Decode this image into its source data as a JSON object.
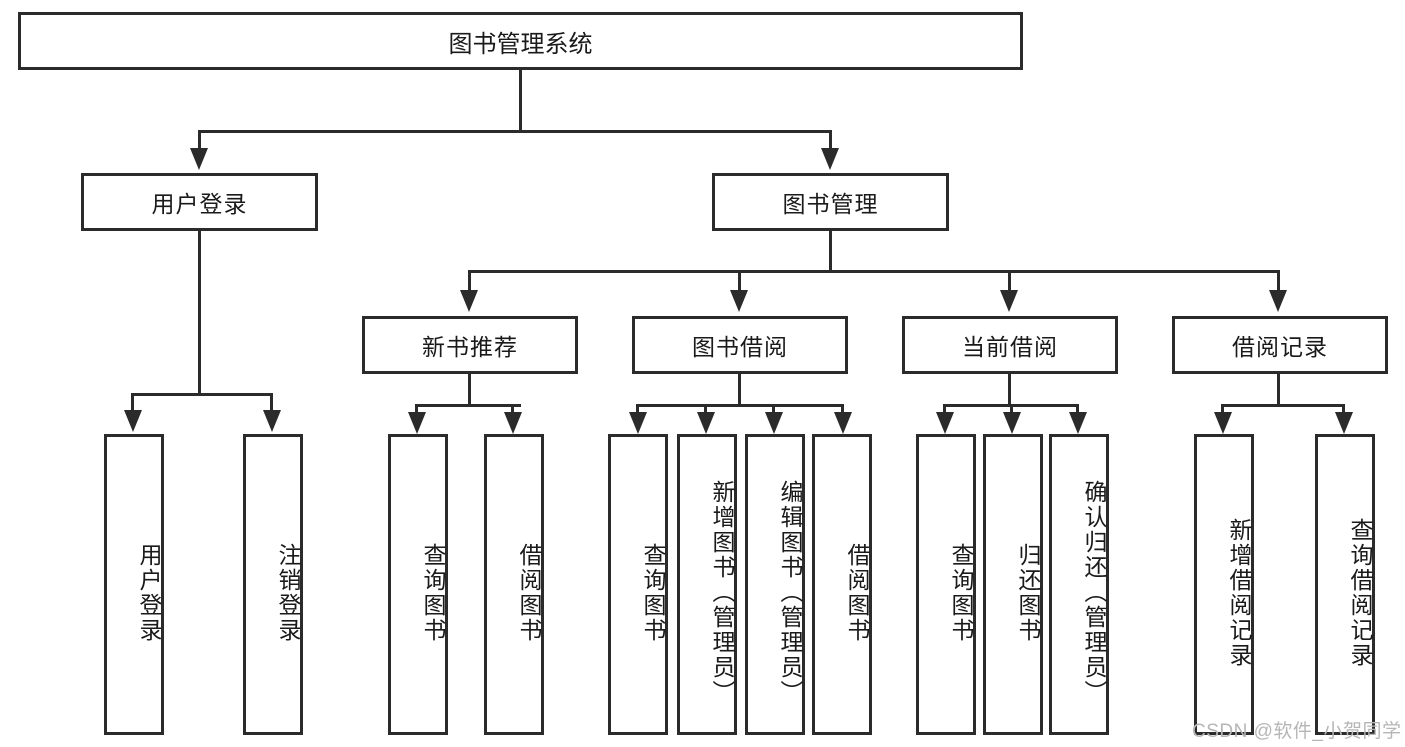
{
  "diagram": {
    "title": "图书管理系统",
    "type": "tree-hierarchy-diagram",
    "root": {
      "label": "图书管理系统"
    },
    "level2": [
      {
        "label": "用户登录"
      },
      {
        "label": "图书管理"
      }
    ],
    "level3": [
      {
        "label": "新书推荐"
      },
      {
        "label": "图书借阅"
      },
      {
        "label": "当前借阅"
      },
      {
        "label": "借阅记录"
      }
    ],
    "leaves_user_login": [
      {
        "label": "用户登录"
      },
      {
        "label": "注销登录"
      }
    ],
    "leaves_new_book": [
      {
        "label": "查询图书"
      },
      {
        "label": "借阅图书"
      }
    ],
    "leaves_borrow_book": [
      {
        "label": "查询图书"
      },
      {
        "label": "新增图书（管理员）"
      },
      {
        "label": "编辑图书（管理员）"
      },
      {
        "label": "借阅图书"
      }
    ],
    "leaves_current_borrow": [
      {
        "label": "查询图书"
      },
      {
        "label": "归还图书"
      },
      {
        "label": "确认归还（管理员）"
      }
    ],
    "leaves_borrow_record": [
      {
        "label": "新增借阅记录"
      },
      {
        "label": "查询借阅记录"
      }
    ]
  },
  "watermark": {
    "text": "CSDN @软件_小贺同学"
  },
  "colors": {
    "line": "#2b2b2b",
    "box_fill": "#ffffff",
    "text": "#1a1a1a",
    "watermark": "#b6b6b6",
    "background": "#ffffff"
  }
}
